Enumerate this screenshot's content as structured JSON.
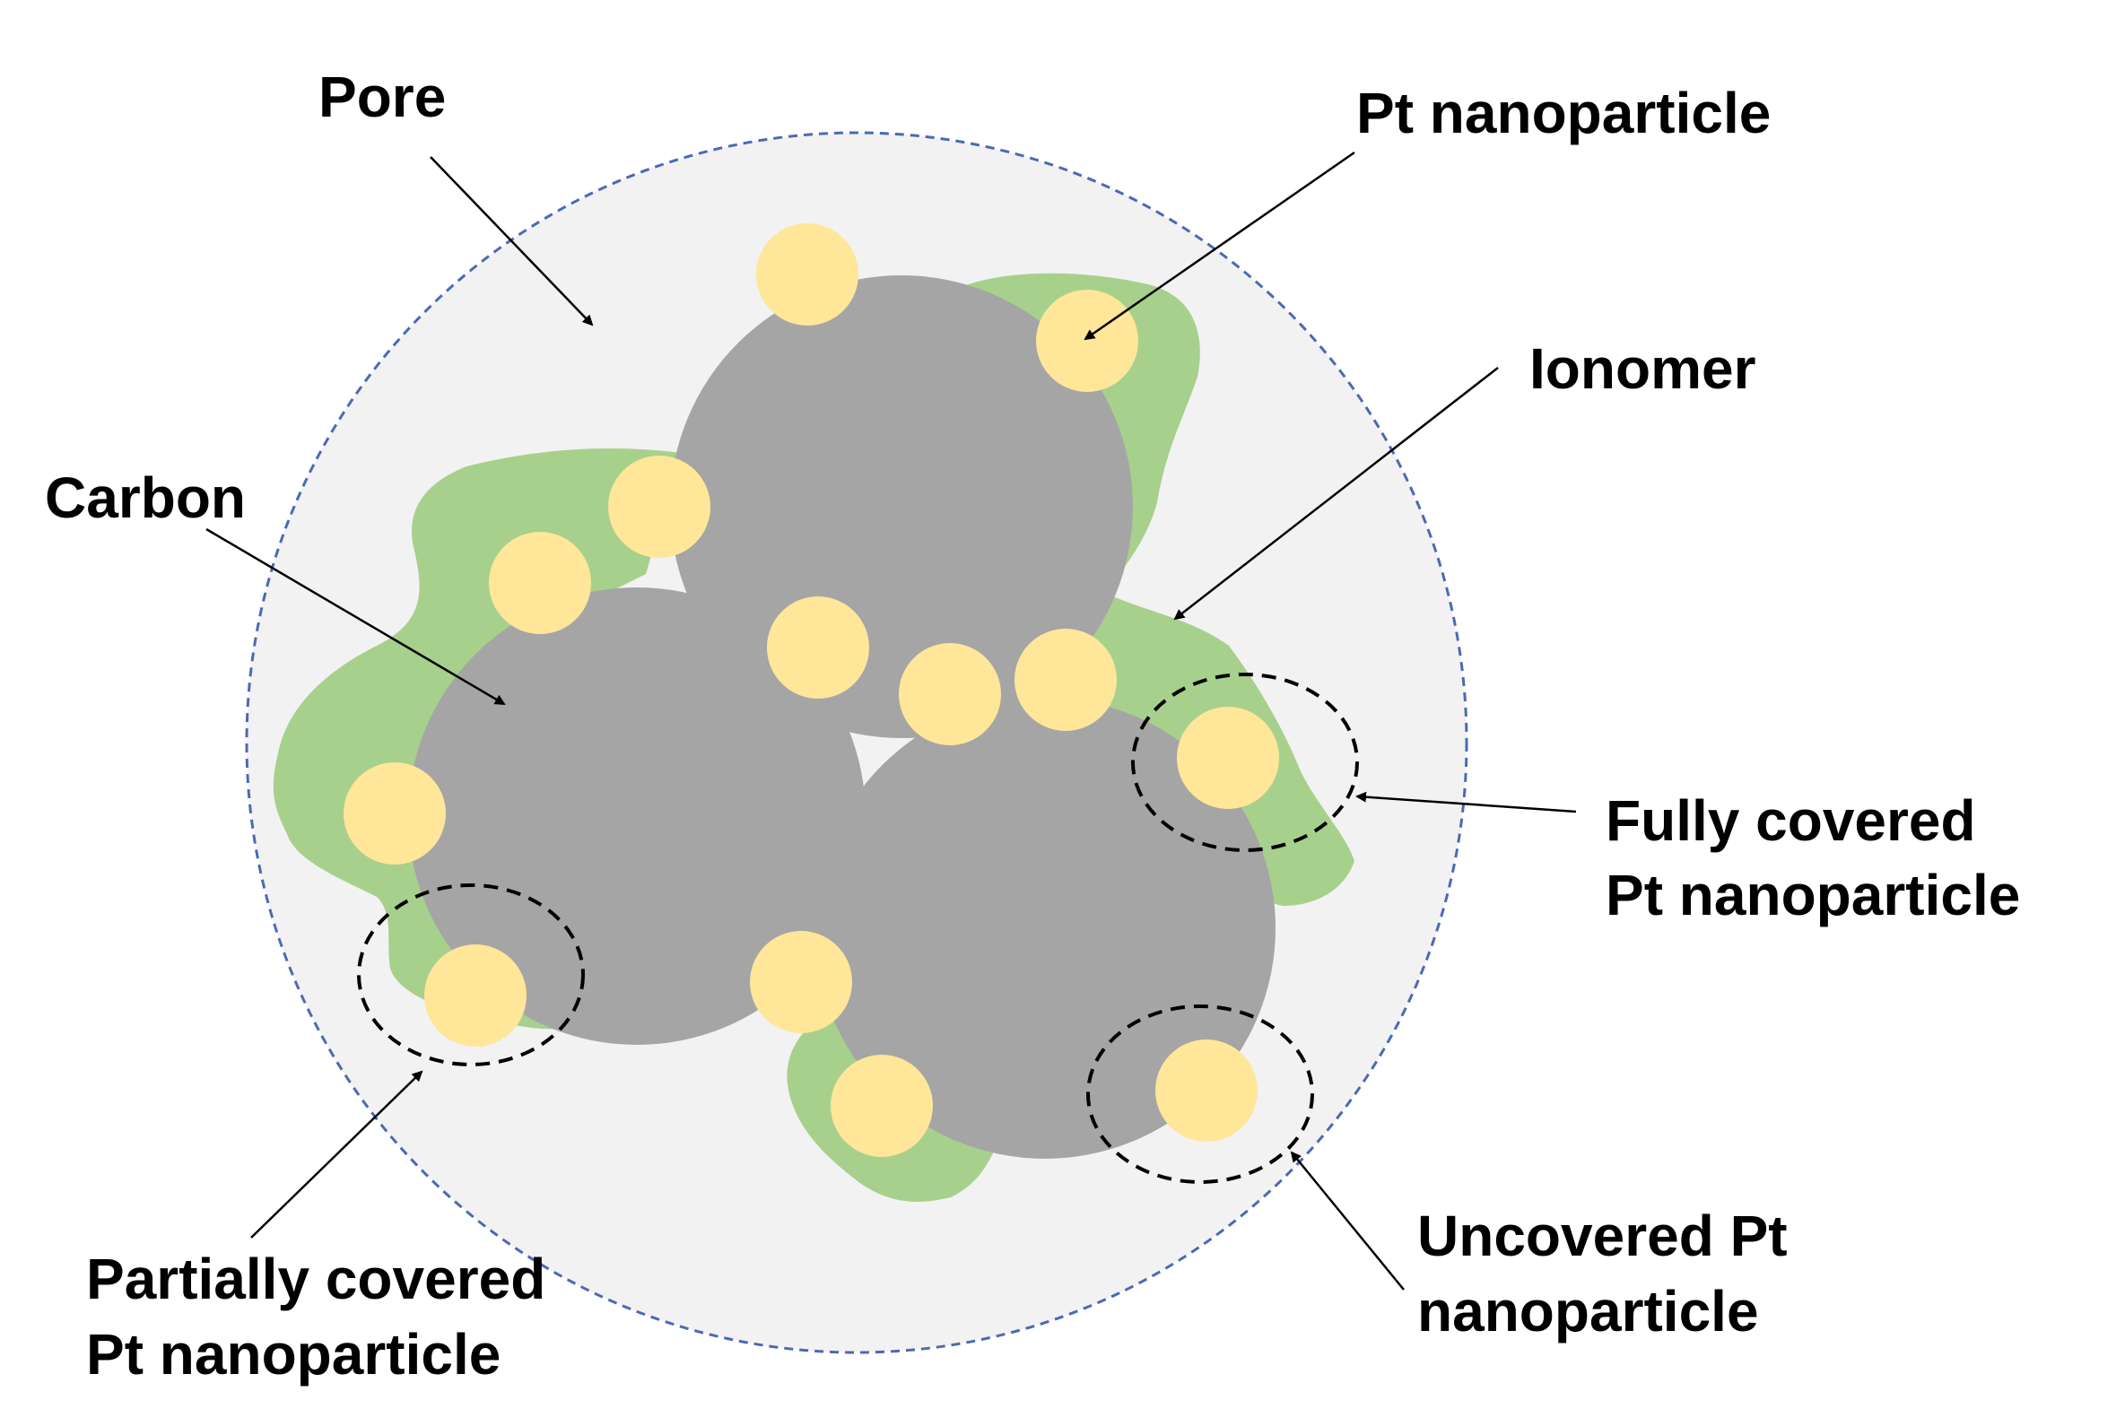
{
  "colors": {
    "pore": "#f2f2f2",
    "pore_border": "#4a6ab5",
    "carbon": "#a5a5a5",
    "ionomer": "#a8d08d",
    "pt_nanoparticle": "#ffe699",
    "text": "#000000"
  },
  "labels": {
    "pore": "Pore",
    "pt_nanoparticle": "Pt nanoparticle",
    "ionomer": "Ionomer",
    "carbon": "Carbon",
    "fully_covered": [
      "Fully covered",
      "Pt nanoparticle"
    ],
    "partially_covered": [
      "Partially covered",
      "Pt nanoparticle"
    ],
    "uncovered": [
      "Uncovered Pt",
      "nanoparticle"
    ]
  }
}
